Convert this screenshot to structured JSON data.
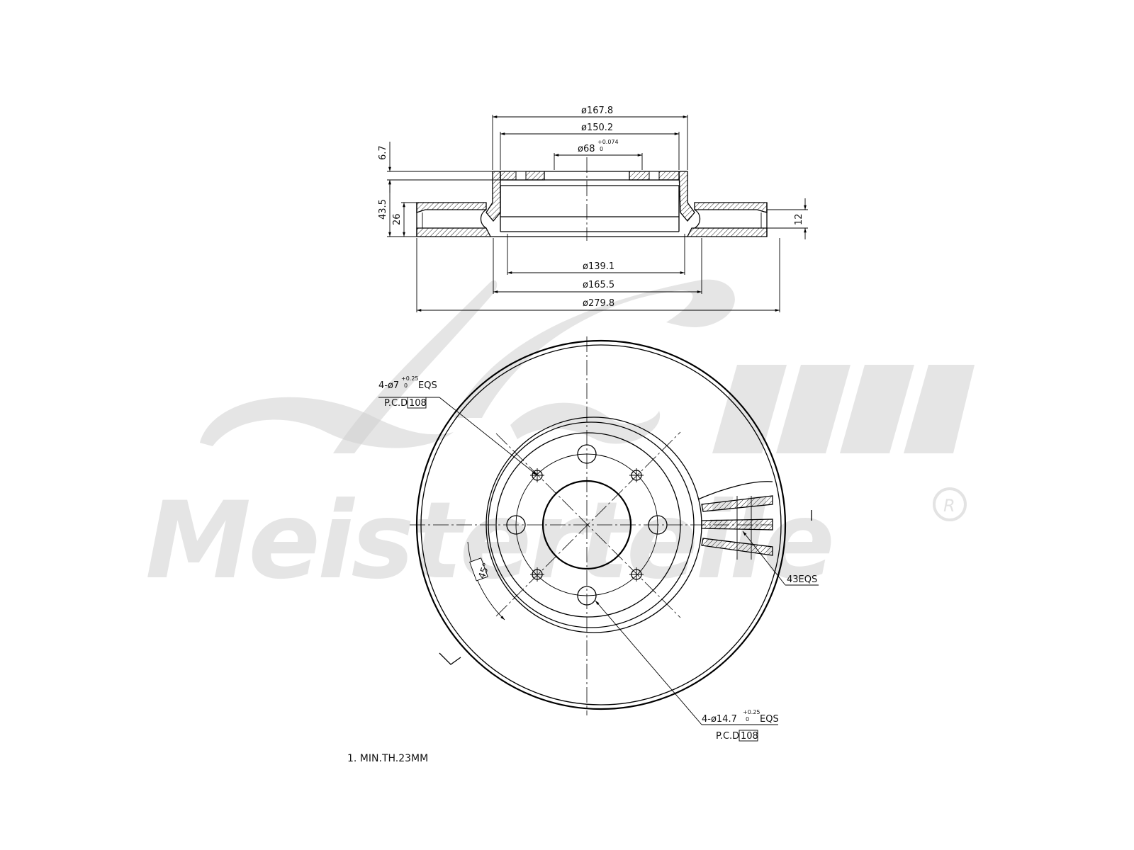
{
  "section_view": {
    "dims_top": {
      "outer_hat": "ø167.8",
      "inner_hat": "ø150.2",
      "bore_main": "ø68",
      "bore_tol_upper": "+0.074",
      "bore_tol_lower": "0"
    },
    "dims_bottom": {
      "d1": "ø139.1",
      "d2": "ø165.5",
      "d3": "ø279.8"
    },
    "dims_side": {
      "hat_thickness": "6.7",
      "total_height": "43.5",
      "disc_thickness": "26",
      "friction_ring": "12"
    }
  },
  "front_view": {
    "small_holes": {
      "count_prefix": "4-ø7",
      "tol_upper": "+0.25",
      "tol_lower": "0",
      "suffix": "EQS",
      "pcd_label": "P.C.D",
      "pcd_value": "108"
    },
    "large_holes": {
      "count_prefix": "4-ø14.7",
      "tol_upper": "+0.25",
      "tol_lower": "0",
      "suffix": "EQS",
      "pcd_label": "P.C.D",
      "pcd_value": "108"
    },
    "angle": "45°",
    "vanes": "43EQS"
  },
  "notes": {
    "min_thickness": "1. MIN.TH.23MM"
  },
  "watermark": {
    "text": "Meisterteile",
    "registered": "R"
  }
}
